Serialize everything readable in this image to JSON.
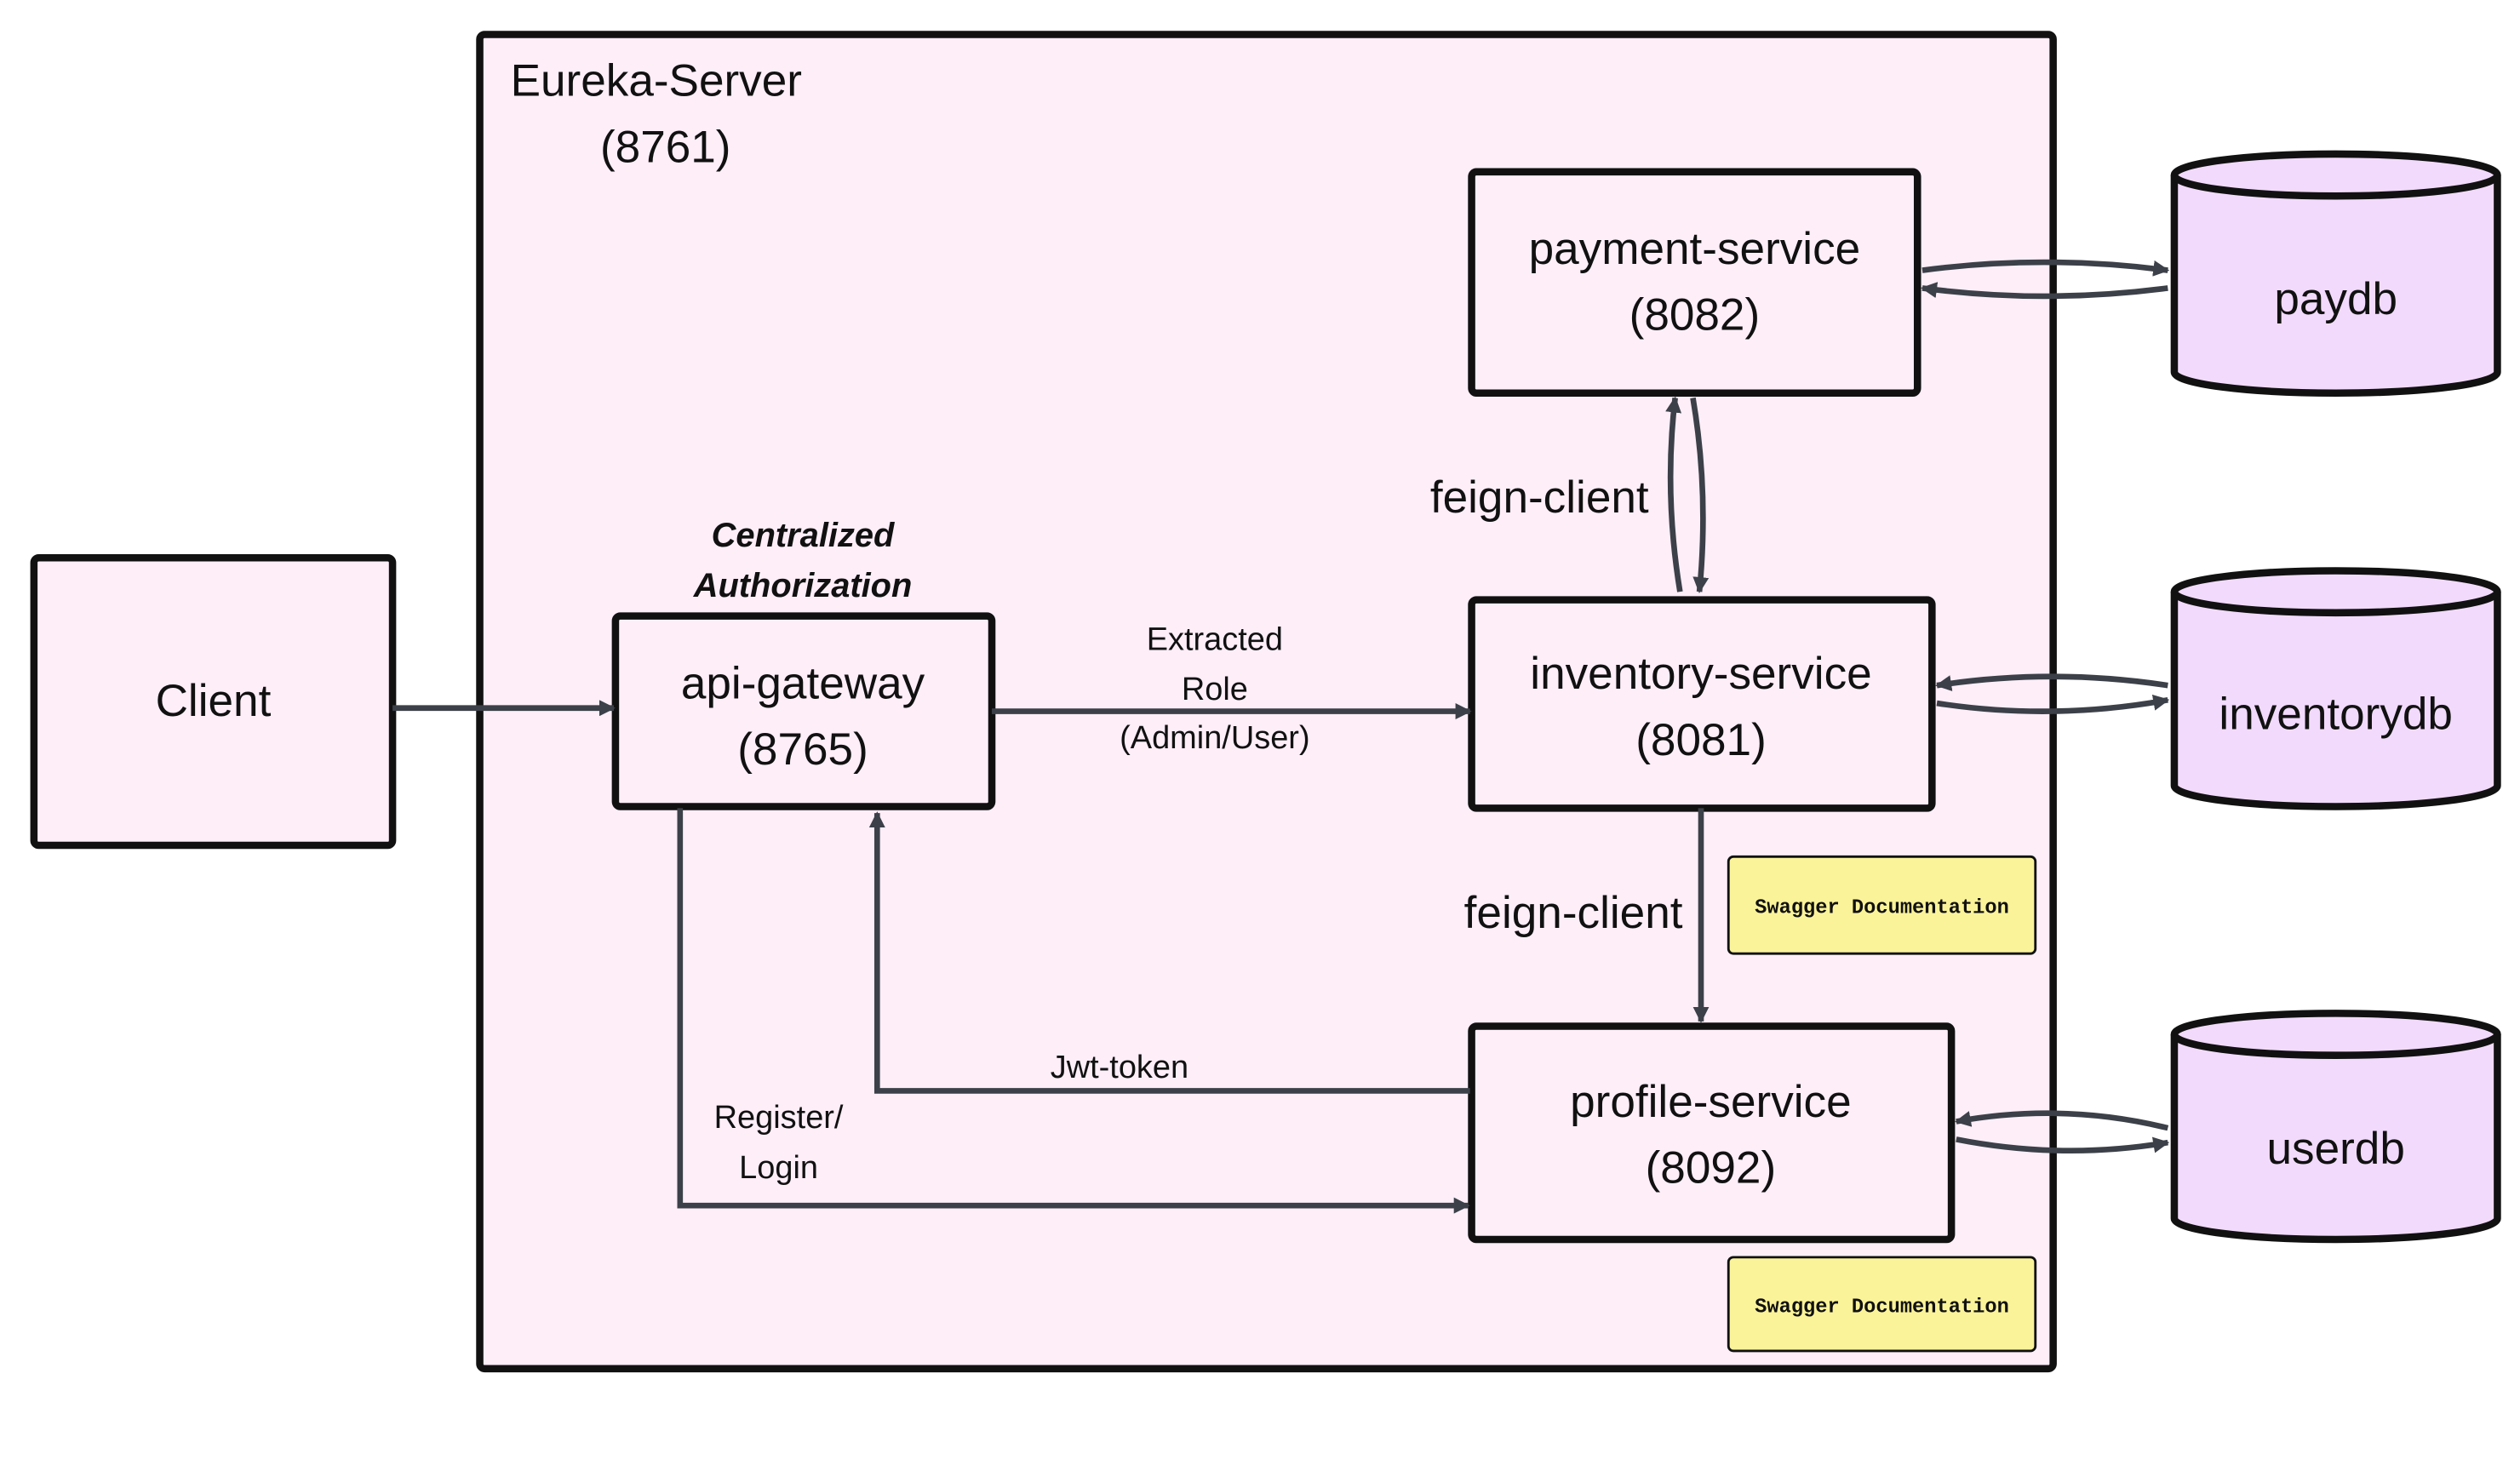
{
  "colors": {
    "container_fill": "#fdeef8",
    "node_fill": "#fdeef8",
    "db_fill": "#f2dafc",
    "note_fill": "#fbf39a",
    "stroke": "#111111",
    "edge": "#3c4048"
  },
  "container": {
    "name": "Eureka-Server",
    "port": "(8761)"
  },
  "nodes": {
    "client": {
      "label": "Client"
    },
    "gateway": {
      "name": "api-gateway",
      "port": "(8765)",
      "caption_line1": "Centralized",
      "caption_line2": "Authorization"
    },
    "payment": {
      "name": "payment-service",
      "port": "(8082)"
    },
    "inventory": {
      "name": "inventory-service",
      "port": "(8081)"
    },
    "profile": {
      "name": "profile-service",
      "port": "(8092)"
    }
  },
  "databases": {
    "paydb": "paydb",
    "inventorydb": "inventorydb",
    "userdb": "userdb"
  },
  "notes": {
    "inventory_swagger": "Swagger Documentation",
    "profile_swagger": "Swagger Documentation"
  },
  "edges": {
    "role_line1": "Extracted",
    "role_line2": "Role",
    "role_line3": "(Admin/User)",
    "feign_payment": "feign-client",
    "feign_profile": "feign-client",
    "jwt": "Jwt-token",
    "register_line1": "Register/",
    "register_line2": "Login"
  }
}
